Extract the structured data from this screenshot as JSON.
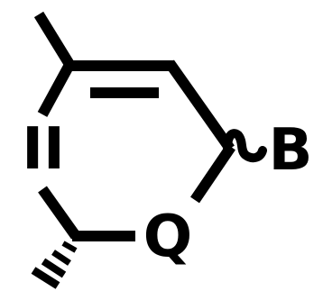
{
  "structure": {
    "atoms": {
      "ring_left": "II",
      "ring_bottom": "Q",
      "substituent": "B"
    },
    "line_color": "#000000",
    "background_color": "#ffffff"
  }
}
